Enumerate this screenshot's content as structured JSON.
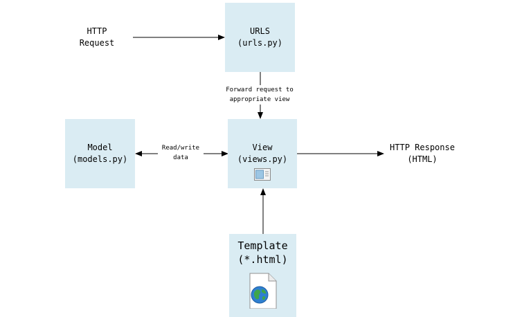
{
  "nodes": {
    "http_request": {
      "line1": "HTTP",
      "line2": "Request"
    },
    "urls": {
      "line1": "URLS",
      "line2": "(urls.py)"
    },
    "model": {
      "line1": "Model",
      "line2": "(models.py)"
    },
    "view": {
      "line1": "View",
      "line2": "(views.py)",
      "icon": "window-icon"
    },
    "http_response": {
      "line1": "HTTP Response",
      "line2": "(HTML)"
    },
    "template": {
      "line1": "Template",
      "line2": "(*.html)",
      "icon": "html-file-globe-icon"
    }
  },
  "edges": {
    "forward": {
      "line1": "Forward request to",
      "line2": "appropriate view"
    },
    "readwrite": {
      "line1": "Read/write",
      "line2": "data"
    }
  },
  "colors": {
    "box_fill": "#daecf3",
    "arrow": "#000000"
  }
}
